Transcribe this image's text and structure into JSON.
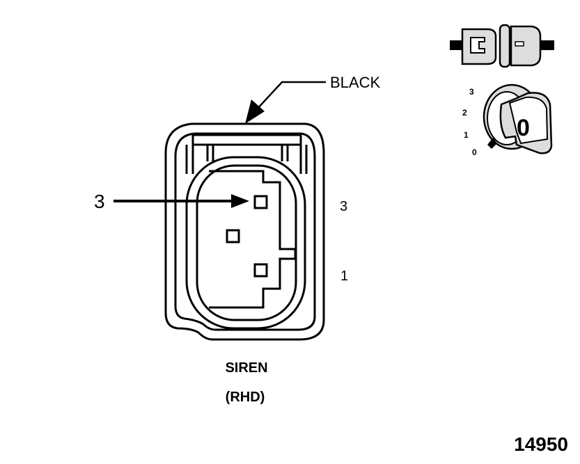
{
  "labels": {
    "color": "BLACK",
    "pin_callout": "3",
    "pin_top": "3",
    "pin_bottom": "1",
    "component": "SIREN",
    "variant": "(RHD)",
    "figure_number": "14950"
  },
  "key_icon": {
    "positions": [
      "3",
      "2",
      "1",
      "0"
    ],
    "key_label": "0"
  },
  "colors": {
    "ink": "#000000",
    "background": "#ffffff",
    "icon_fill": "#dddddd"
  }
}
